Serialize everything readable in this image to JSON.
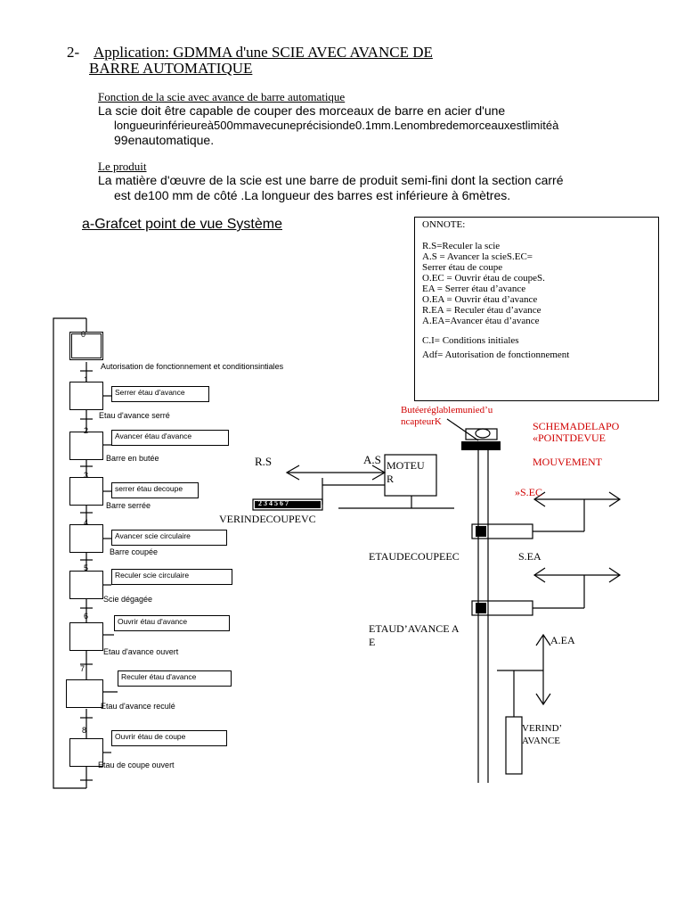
{
  "section": {
    "number": "2-",
    "title_line1": "Application: GDMMA d'une SCIE AVEC AVANCE DE",
    "title_line2": "BARRE AUTOMATIQUE"
  },
  "function_block": {
    "heading": "Fonction de la scie avec avance de barre automatique",
    "line1": "La scie doit être capable de couper des morceaux de barre en acier d'une",
    "line2": "longueurinférieureà500mmavecuneprécisionde0.1mm.Lenombredemorceauxestlimitéà",
    "line3": "99enautomatique."
  },
  "product_block": {
    "heading": "Le produit",
    "line1": "La matière d'œuvre de la scie est une barre de produit semi-fini dont la section carré",
    "line2": "est de100 mm de côté .La longueur des barres est inférieure à 6mètres."
  },
  "grafcet": {
    "title": "a-Grafcet point de vue Système",
    "initial_step": "0",
    "initial_transition": "Autorisation de fonctionnement et conditionsintiales",
    "steps": [
      {
        "num": "1",
        "action": "Serrer étau d'avance",
        "transition": "Etau d'avance serré"
      },
      {
        "num": "2",
        "action": "Avancer étau d'avance",
        "transition": "Barre en butée"
      },
      {
        "num": "3",
        "action": "serrer étau decoupe",
        "transition": "Barre serrée"
      },
      {
        "num": "4",
        "action": "Avancer scie circulaire",
        "transition": "Barre coupée"
      },
      {
        "num": "5",
        "action": "Reculer scie circulaire",
        "transition": "Scie dégagée"
      },
      {
        "num": "6",
        "action": "Ouvrir étau d'avance",
        "transition": "Etau d'avance ouvert"
      },
      {
        "num": "7",
        "action": "Reculer étau d'avance",
        "transition": "Etau d'avance reculé"
      },
      {
        "num": "8",
        "action": "Ouvrir étau de coupe",
        "transition": "Etau de coupe ouvert"
      }
    ]
  },
  "notes": {
    "title": "ONNOTE:",
    "lines": [
      "R.S=Reculer la scie",
      "A.S = Avancer la scieS.EC=",
      "Serrer étau de coupe",
      "O.EC = Ouvrir étau de coupeS.",
      "EA = Serrer étau d’avance",
      "O.EA = Ouvrir étau d’avance",
      "R.EA = Reculer étau d’avance",
      "A.EA=Avancer étau d’avance"
    ],
    "ci": "C.I= Conditions initiales",
    "adf": "Adf= Autorisation de fonctionnement"
  },
  "schema": {
    "butee_line1": "Butéeréglablemunied’u",
    "butee_line2": "ncapteurK",
    "title_line1": "SCHEMADELAPO",
    "title_line2": "«POINTDEVUE",
    "title_line3": "MOUVEMENT",
    "rs": "R.S",
    "as": "A.S",
    "moteur_line1": "MOTEU",
    "moteur_line2": "R",
    "scale_digits": "234567",
    "verin_coupe": "VERINDECOUPEVC",
    "sec": "»S.EC",
    "etau_coupe": "ETAUDECOUPEEC",
    "sea": "S.EA",
    "etau_avance_line1": "ETAUD’AVANCE A",
    "etau_avance_line2": "E",
    "aea": "A.EA",
    "verin_avance_line1": "VERIND’",
    "verin_avance_line2": "AVANCE"
  },
  "colors": {
    "accent_red": "#d00000"
  }
}
